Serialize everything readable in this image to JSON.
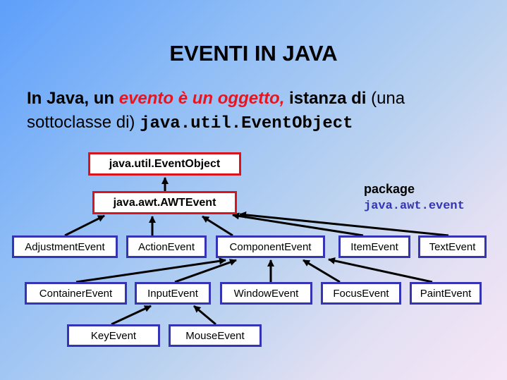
{
  "title": "EVENTI IN JAVA",
  "intro": {
    "p1": "In Java, un ",
    "p2": "evento è un oggetto,",
    "p3": " istanza di",
    "p4": " (una",
    "p5": "sottoclasse di) ",
    "p6": "java.util.EventObject"
  },
  "package": {
    "label": "package",
    "name": "java.awt.event"
  },
  "boxes": {
    "eventobject": "java.util.EventObject",
    "awtevent": "java.awt.AWTEvent",
    "adjustment": "AdjustmentEvent",
    "action": "ActionEvent",
    "component": "ComponentEvent",
    "item": "ItemEvent",
    "text": "TextEvent",
    "container": "ContainerEvent",
    "input": "InputEvent",
    "window": "WindowEvent",
    "focus": "FocusEvent",
    "paint": "PaintEvent",
    "key": "KeyEvent",
    "mouse": "MouseEvent"
  },
  "colors": {
    "accent": "#e8141e",
    "box_border": "#3434b4",
    "root_border": "#d7151f"
  }
}
